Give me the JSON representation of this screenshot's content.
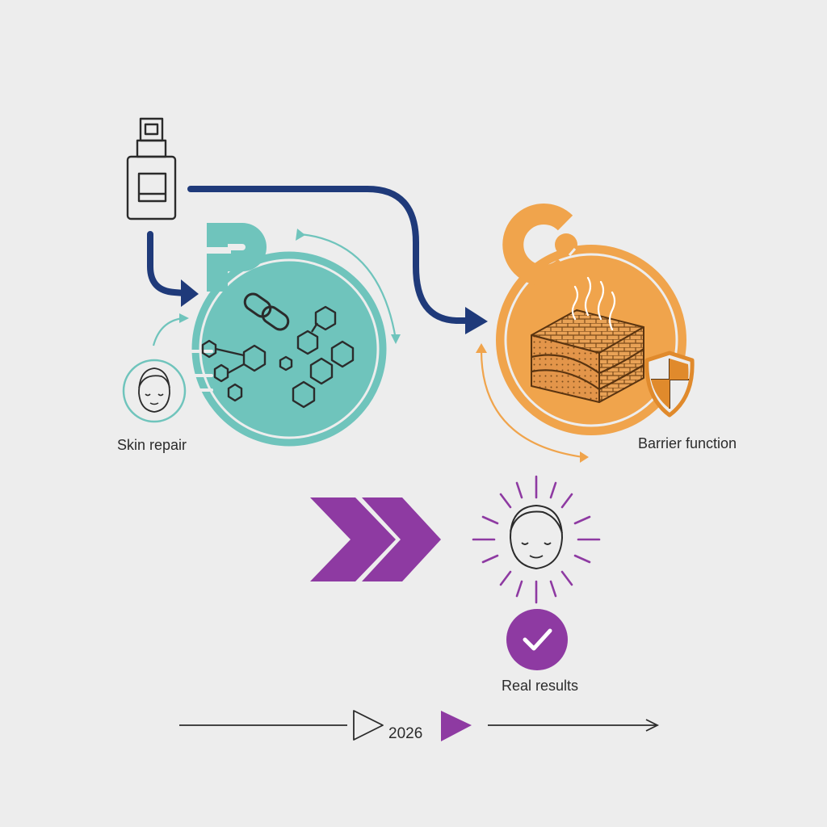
{
  "labels": {
    "skin_repair": "Skin repair",
    "barrier_function": "Barrier function",
    "real_results": "Real results",
    "year": "2026"
  },
  "colors": {
    "background": "#ededed",
    "navy": "#1f3a7a",
    "teal": "#6fc4bc",
    "teal_dark": "#2a9a92",
    "orange": "#f0a44c",
    "orange_dark": "#e08a2c",
    "purple": "#8e3aa2",
    "ink": "#2b2b2b"
  },
  "icons": [
    "serum-bottle-icon",
    "peptide-p-letter-icon",
    "chain-link-icon",
    "molecule-hexagon-icon",
    "face-icon",
    "ceramide-c-letter-icon",
    "skin-layer-icon",
    "shield-icon",
    "double-chevron-icon",
    "glowing-face-icon",
    "checkmark-icon",
    "play-triangle-icon",
    "arrow-right-icon"
  ]
}
